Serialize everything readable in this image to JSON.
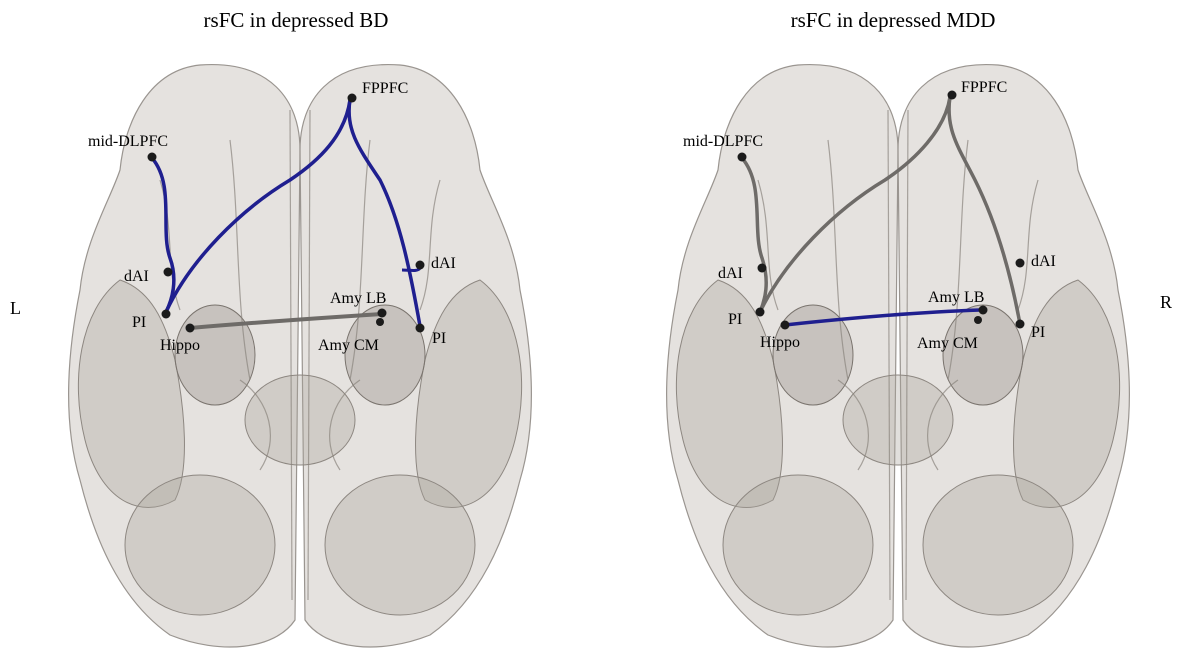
{
  "side_labels": {
    "left": "L",
    "right": "R"
  },
  "colors": {
    "highlight_edge": "#1f1f8f",
    "neutral_edge": "#6e6b68",
    "node": "#1b1b1b"
  },
  "panels": [
    {
      "title": "rsFC in depressed BD",
      "nodes": {
        "fppfc": "FPPFC",
        "mid_dlpfc": "mid-DLPFC",
        "dai_left": "dAI",
        "dai_right": "dAI",
        "pi_left": "PI",
        "pi_right": "PI",
        "hippo": "Hippo",
        "amy_lb": "Amy LB",
        "amy_cm": "Amy CM"
      }
    },
    {
      "title": "rsFC in depressed MDD",
      "nodes": {
        "fppfc": "FPPFC",
        "mid_dlpfc": "mid-DLPFC",
        "dai_left": "dAI",
        "dai_right": "dAI",
        "pi_left": "PI",
        "pi_right": "PI",
        "hippo": "Hippo",
        "amy_lb": "Amy LB",
        "amy_cm": "Amy CM"
      }
    }
  ]
}
